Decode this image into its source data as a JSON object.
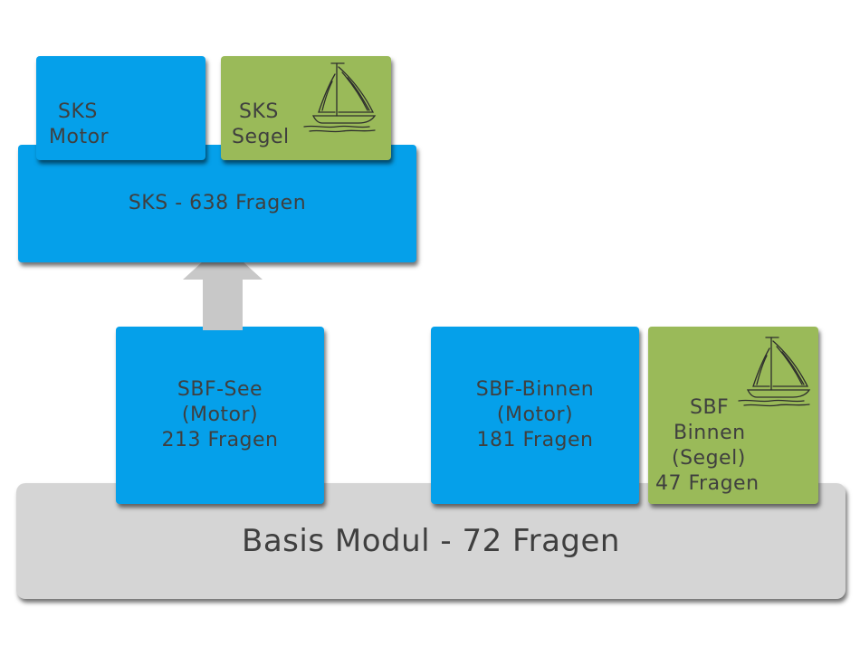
{
  "basis": {
    "label": "Basis Modul - 72 Fragen",
    "color": "#d5d5d5"
  },
  "sks": {
    "label": "SKS - 638 Fragen",
    "color": "#05a0ea"
  },
  "sks_motor": {
    "lines": [
      "SKS",
      "Motor"
    ],
    "color": "#05a0ea"
  },
  "sks_segel": {
    "lines": [
      "SKS",
      "Segel"
    ],
    "color": "#9aba59",
    "icon": "sailboat-icon"
  },
  "sbf_see": {
    "lines": [
      "SBF-See",
      "(Motor)",
      "213 Fragen"
    ],
    "color": "#05a0ea"
  },
  "sbf_binnen": {
    "lines": [
      "SBF-Binnen",
      "(Motor)",
      "181 Fragen"
    ],
    "color": "#05a0ea"
  },
  "sbf_binnen_segel": {
    "lines": [
      "SBF",
      "Binnen",
      "(Segel)",
      "47 Fragen"
    ],
    "color": "#9aba59",
    "icon": "sailboat-icon"
  },
  "arrow": {
    "icon": "arrow-up-icon",
    "color": "#c8c8c8"
  }
}
